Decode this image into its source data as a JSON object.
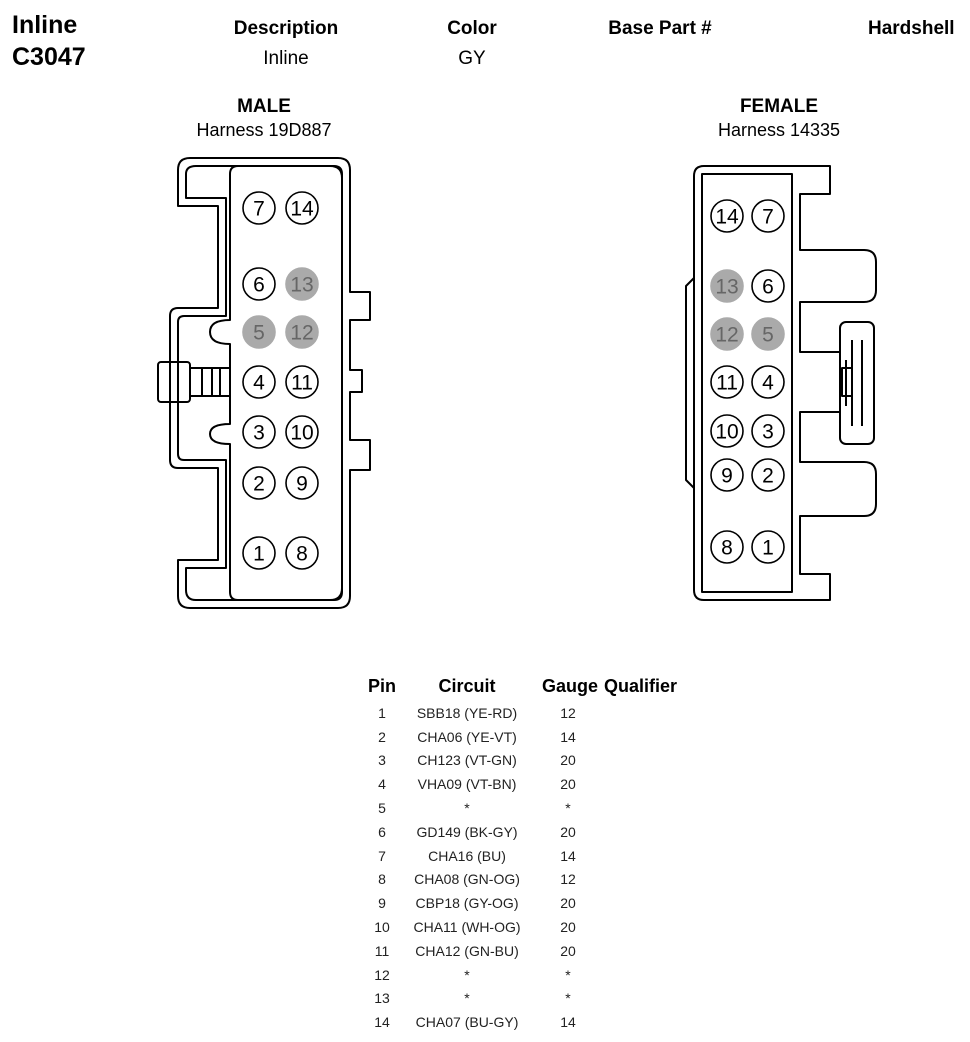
{
  "header": {
    "title_line1": "Inline",
    "title_line2": "C3047",
    "description_label": "Description",
    "description_value": "Inline",
    "color_label": "Color",
    "color_value": "GY",
    "base_part_label": "Base Part #",
    "hardshell_label": "Hardshell"
  },
  "male": {
    "heading": "MALE",
    "subheading": "Harness 19D887",
    "pins": [
      {
        "label": "7",
        "filled": false
      },
      {
        "label": "14",
        "filled": false
      },
      {
        "label": "6",
        "filled": false
      },
      {
        "label": "13",
        "filled": true
      },
      {
        "label": "5",
        "filled": true
      },
      {
        "label": "12",
        "filled": true
      },
      {
        "label": "4",
        "filled": false
      },
      {
        "label": "11",
        "filled": false
      },
      {
        "label": "3",
        "filled": false
      },
      {
        "label": "10",
        "filled": false
      },
      {
        "label": "2",
        "filled": false
      },
      {
        "label": "9",
        "filled": false
      },
      {
        "label": "1",
        "filled": false
      },
      {
        "label": "8",
        "filled": false
      }
    ]
  },
  "female": {
    "heading": "FEMALE",
    "subheading": "Harness 14335",
    "pins": [
      {
        "label": "14",
        "filled": false
      },
      {
        "label": "7",
        "filled": false
      },
      {
        "label": "13",
        "filled": true
      },
      {
        "label": "6",
        "filled": false
      },
      {
        "label": "12",
        "filled": true
      },
      {
        "label": "5",
        "filled": true
      },
      {
        "label": "11",
        "filled": false
      },
      {
        "label": "4",
        "filled": false
      },
      {
        "label": "10",
        "filled": false
      },
      {
        "label": "3",
        "filled": false
      },
      {
        "label": "9",
        "filled": false
      },
      {
        "label": "2",
        "filled": false
      },
      {
        "label": "8",
        "filled": false
      },
      {
        "label": "1",
        "filled": false
      }
    ]
  },
  "colors": {
    "filled_pin": "#aaaaaa",
    "line": "#000000"
  },
  "pin_table": {
    "headers": [
      "Pin",
      "Circuit",
      "Gauge",
      "Qualifier"
    ],
    "rows": [
      {
        "pin": "1",
        "circuit": "SBB18 (YE-RD)",
        "gauge": "12"
      },
      {
        "pin": "2",
        "circuit": "CHA06 (YE-VT)",
        "gauge": "14"
      },
      {
        "pin": "3",
        "circuit": "CH123 (VT-GN)",
        "gauge": "20"
      },
      {
        "pin": "4",
        "circuit": "VHA09 (VT-BN)",
        "gauge": "20"
      },
      {
        "pin": "5",
        "circuit": "*",
        "gauge": "*"
      },
      {
        "pin": "6",
        "circuit": "GD149 (BK-GY)",
        "gauge": "20"
      },
      {
        "pin": "7",
        "circuit": "CHA16 (BU)",
        "gauge": "14"
      },
      {
        "pin": "8",
        "circuit": "CHA08 (GN-OG)",
        "gauge": "12"
      },
      {
        "pin": "9",
        "circuit": "CBP18 (GY-OG)",
        "gauge": "20"
      },
      {
        "pin": "10",
        "circuit": "CHA11 (WH-OG)",
        "gauge": "20"
      },
      {
        "pin": "11",
        "circuit": "CHA12 (GN-BU)",
        "gauge": "20"
      },
      {
        "pin": "12",
        "circuit": "*",
        "gauge": "*"
      },
      {
        "pin": "13",
        "circuit": "*",
        "gauge": "*"
      },
      {
        "pin": "14",
        "circuit": "CHA07 (BU-GY)",
        "gauge": "14"
      }
    ]
  }
}
